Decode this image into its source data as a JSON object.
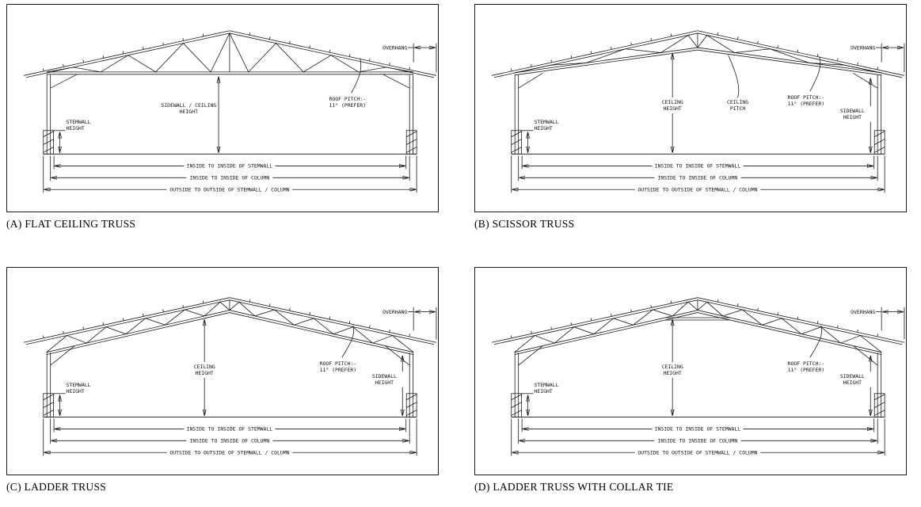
{
  "colors": {
    "background": "#ffffff",
    "line": "#1a1a1a"
  },
  "panels": [
    {
      "caption": "(A) FLAT CEILING TRUSS",
      "overhang": "OVERHANG",
      "stemwall1": "STEMWALL",
      "stemwall2": "HEIGHT",
      "center1": "SIDEWALL / CEILING",
      "center2": "HEIGHT",
      "pitch1": "ROOF PITCH:-",
      "pitch2": "11° (PREFER)",
      "dim_stemwall": "INSIDE TO INSIDE OF STEMWALL",
      "dim_column": "INSIDE TO INSIDE OF COLUMN",
      "dim_outside": "OUTSIDE TO OUTSIDE OF STEMWALL / COLUMN"
    },
    {
      "caption": "(B) SCISSOR TRUSS",
      "overhang": "OVERHANG",
      "stemwall1": "STEMWALL",
      "stemwall2": "HEIGHT",
      "ceiling1": "CEILING",
      "ceiling2": "HEIGHT",
      "cpitch1": "CEILING",
      "cpitch2": "PITCH",
      "pitch1": "ROOF PITCH:-",
      "pitch2": "11° (PREFER)",
      "sidewall1": "SIDEWALL",
      "sidewall2": "HEIGHT",
      "dim_stemwall": "INSIDE TO INSIDE OF STEMWALL",
      "dim_column": "INSIDE TO INSIDE OF COLUMN",
      "dim_outside": "OUTSIDE TO OUTSIDE OF STEMWALL / COLUMN"
    },
    {
      "caption": "(C) LADDER TRUSS",
      "overhang": "OVERHANG",
      "stemwall1": "STEMWALL",
      "stemwall2": "HEIGHT",
      "ceiling1": "CEILING",
      "ceiling2": "HEIGHT",
      "pitch1": "ROOF PITCH:-",
      "pitch2": "11° (PREFER)",
      "sidewall1": "SIDEWALL",
      "sidewall2": "HEIGHT",
      "dim_stemwall": "INSIDE TO INSIDE OF STEMWALL",
      "dim_column": "INSIDE TO INSIDE OF COLUMN",
      "dim_outside": "OUTSIDE TO OUTSIDE OF STEMWALL / COLUMN"
    },
    {
      "caption": "(D) LADDER TRUSS WITH COLLAR TIE",
      "overhang": "OVERHANG",
      "stemwall1": "STEMWALL",
      "stemwall2": "HEIGHT",
      "ceiling1": "CEILING",
      "ceiling2": "HEIGHT",
      "pitch1": "ROOF PITCH:-",
      "pitch2": "11° (PREFER)",
      "sidewall1": "SIDEWALL",
      "sidewall2": "HEIGHT",
      "dim_stemwall": "INSIDE TO INSIDE OF STEMWALL",
      "dim_column": "INSIDE TO INSIDE OF COLUMN",
      "dim_outside": "OUTSIDE TO OUTSIDE OF STEMWALL / COLUMN"
    }
  ]
}
